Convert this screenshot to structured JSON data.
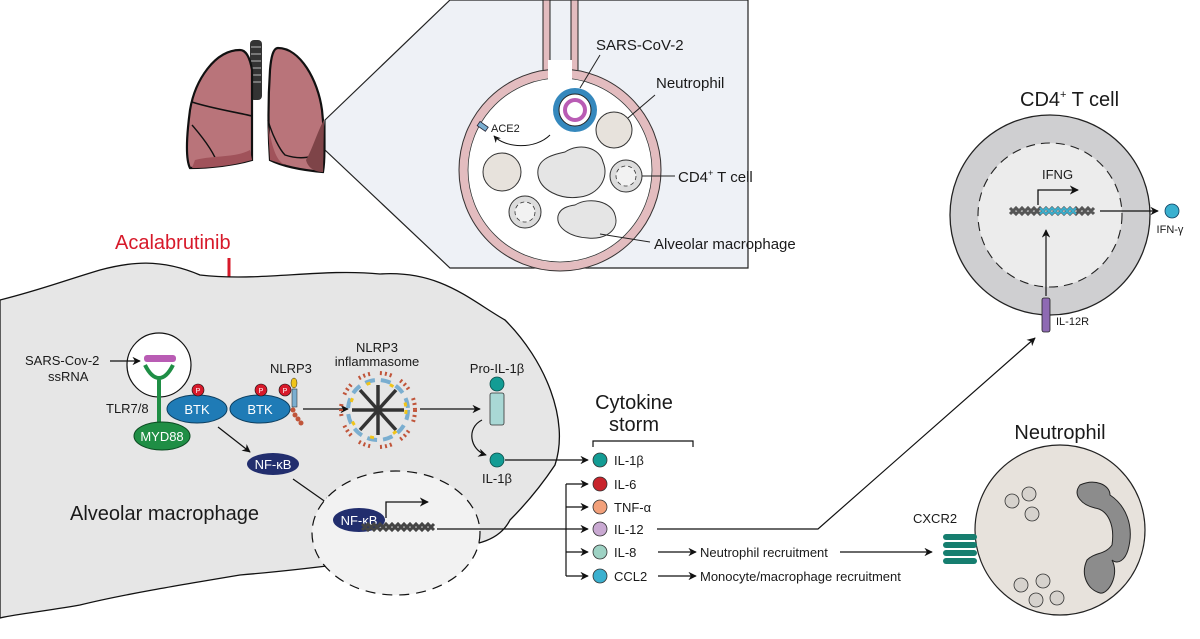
{
  "diagram": {
    "title_drug": "Acalabrutinib",
    "colors": {
      "drug": "#d7192a",
      "btk": "#1f7bb6",
      "myd88": "#1f8e45",
      "nfkb": "#222e6e",
      "lung": "#b9747a",
      "lung_dark": "#8a4a50",
      "alveolus_wall": "#e3bcbf",
      "macrophage_fill": "#e6e6e6",
      "il1b": "#139c94",
      "il6": "#c8232b",
      "tnfa": "#f2a07a",
      "il12": "#c9a9d2",
      "il8": "#9ed2c4",
      "ccl2": "#3ab0cf",
      "il12r": "#8e6ab3",
      "cxcr2": "#167e6f",
      "ifng": "#3ab0cf",
      "phospho": "#d7192a"
    },
    "alveolus": {
      "labels": {
        "virus": "SARS-CoV-2",
        "neutrophil": "Neutrophil",
        "cd4": "CD4",
        "cd4_sup": "+",
        "cd4_suffix": " T cell",
        "macrophage": "Alveolar macrophage",
        "ace2": "ACE2"
      }
    },
    "macrophage": {
      "label": "Alveolar macrophage",
      "ssrna_line1": "SARS-Cov-2",
      "ssrna_line2": "ssRNA",
      "tlr": "TLR7/8",
      "myd88": "MYD88",
      "btk1": "BTK",
      "btk2": "BTK",
      "phospho": "P",
      "nlrp3": "NLRP3",
      "inflammasome_line1": "NLRP3",
      "inflammasome_line2": "inflammasome",
      "pro_il1b": "Pro-IL-1β",
      "il1b": "IL-1β",
      "nfkb": "NF-κB",
      "nfkb_nuclear": "NF-κB"
    },
    "cytokine_storm": {
      "title_line1": "Cytokine",
      "title_line2": "storm",
      "items": [
        {
          "name": "IL-1β",
          "color": "#139c94"
        },
        {
          "name": "IL-6",
          "color": "#c8232b"
        },
        {
          "name": "TNF-α",
          "color": "#f2a07a"
        },
        {
          "name": "IL-12",
          "color": "#c9a9d2"
        },
        {
          "name": "IL-8",
          "color": "#9ed2c4"
        },
        {
          "name": "CCL2",
          "color": "#3ab0cf"
        }
      ],
      "il8_effect": "Neutrophil recruitment",
      "ccl2_effect": "Monocyte/macrophage recruitment"
    },
    "tcell": {
      "title": "CD4",
      "title_sup": "+",
      "title_suffix": " T cell",
      "gene": "IFNG",
      "product": "IFN-γ",
      "receptor": "IL-12R"
    },
    "neutrophil": {
      "title": "Neutrophil",
      "receptor": "CXCR2"
    }
  }
}
